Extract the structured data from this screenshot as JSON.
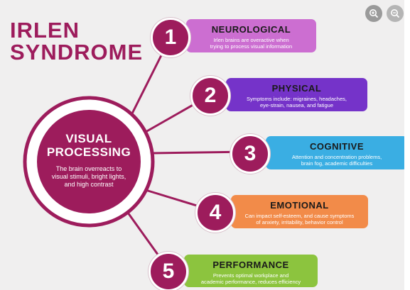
{
  "title": {
    "line1": "IRLEN",
    "line2": "SYNDROME"
  },
  "center": {
    "title_line1": "VISUAL",
    "title_line2": "PROCESSING",
    "body": "The brain overreacts to visual stimuli, bright lights, and high contrast"
  },
  "items": [
    {
      "number": "1",
      "title": "NEUROLOGICAL",
      "desc_line1": "Irlen brains are overactive when",
      "desc_line2": "trying to process visual information",
      "color": "#cc6ed1"
    },
    {
      "number": "2",
      "title": "PHYSICAL",
      "desc_line1": "Symptoms include: migraines, headaches,",
      "desc_line2": "eye-strain, nausea, and fatigue",
      "color": "#7533c9"
    },
    {
      "number": "3",
      "title": "COGNITIVE",
      "desc_line1": "Attention and concentration problems,",
      "desc_line2": "brain fog, academic difficulties",
      "color": "#3aaee3"
    },
    {
      "number": "4",
      "title": "EMOTIONAL",
      "desc_line1": "Can impact self-esteem, and cause symptoms",
      "desc_line2": "of anxiety, irritability, behavior control",
      "color": "#f28b49"
    },
    {
      "number": "5",
      "title": "PERFORMANCE",
      "desc_line1": "Prevents optimal workplace and",
      "desc_line2": "academic performance, reduces efficiency",
      "color": "#8cc43e"
    }
  ],
  "icons": {
    "zoom_in": "zoom-in-icon",
    "zoom_out": "zoom-out-icon"
  },
  "colors": {
    "brand": "#9d1c5c",
    "background": "#f0efef"
  }
}
